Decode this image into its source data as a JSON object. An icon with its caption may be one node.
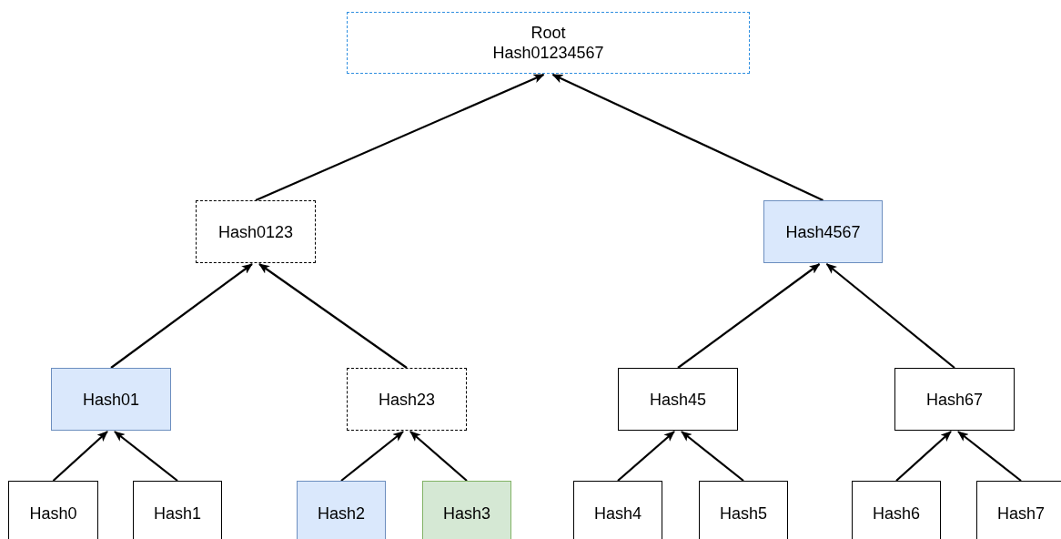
{
  "diagram": {
    "nodes": [
      {
        "text": [
          "Root",
          "Hash01234567"
        ]
      },
      {
        "text": [
          "Hash0123"
        ]
      },
      {
        "text": [
          "Hash4567"
        ]
      },
      {
        "text": [
          "Hash01"
        ]
      },
      {
        "text": [
          "Hash23"
        ]
      },
      {
        "text": [
          "Hash45"
        ]
      },
      {
        "text": [
          "Hash67"
        ]
      },
      {
        "text": [
          "Hash0"
        ]
      },
      {
        "text": [
          "Hash1"
        ]
      },
      {
        "text": [
          "Hash2"
        ]
      },
      {
        "text": [
          "Hash3"
        ]
      },
      {
        "text": [
          "Hash4"
        ]
      },
      {
        "text": [
          "Hash5"
        ]
      },
      {
        "text": [
          "Hash6"
        ]
      },
      {
        "text": [
          "Hash7"
        ]
      }
    ],
    "edges": [
      {
        "from": 1,
        "to": 0,
        "arrow": "to"
      },
      {
        "from": 2,
        "to": 0,
        "arrow": "to"
      },
      {
        "from": 3,
        "to": 1,
        "arrow": "to"
      },
      {
        "from": 4,
        "to": 1,
        "arrow": "to"
      },
      {
        "from": 5,
        "to": 2,
        "arrow": "to"
      },
      {
        "from": 6,
        "to": 2,
        "arrow": "to"
      },
      {
        "from": 7,
        "to": 3,
        "arrow": "to"
      },
      {
        "from": 8,
        "to": 3,
        "arrow": "to"
      },
      {
        "from": 9,
        "to": 4,
        "arrow": "to"
      },
      {
        "from": 10,
        "to": 4,
        "arrow": "to"
      },
      {
        "from": 11,
        "to": 5,
        "arrow": "to"
      },
      {
        "from": 12,
        "to": 5,
        "arrow": "to"
      },
      {
        "from": 13,
        "to": 6,
        "arrow": "to"
      },
      {
        "from": 14,
        "to": 6,
        "arrow": "to"
      }
    ]
  }
}
